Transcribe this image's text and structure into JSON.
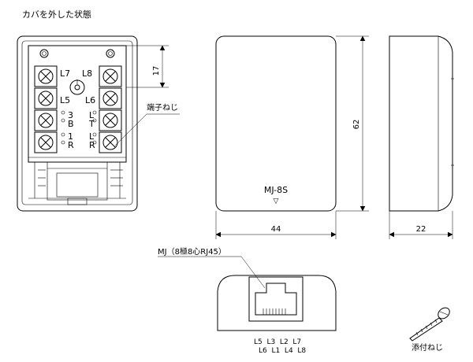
{
  "title": "カバを外した状態",
  "dimensions": {
    "cover_to_screw": "17",
    "height": "62",
    "width": "44",
    "depth": "22"
  },
  "terminal_labels": {
    "row1_left": "L7",
    "row1_right": "L8",
    "row2_left": "L5",
    "row2_right": "L6",
    "row3_left_num": "3",
    "row3_left_letter": "B",
    "row3_right_letter": "L",
    "row3_right_t": "T",
    "row4_left_num": "1",
    "row4_left_letter": "R",
    "row4_right_letter": "L",
    "row4_right_r": "R"
  },
  "callouts": {
    "terminal_screw": "端子ねじ",
    "model": "MJ-8S",
    "model_mark": "▽",
    "connector": "MJ（8極8心RJ45）",
    "attach_screw": "添付ねじ"
  },
  "pin_labels": {
    "row1": "L5  L3  L2  L7",
    "row2": "L6  L1  L4  L8"
  }
}
